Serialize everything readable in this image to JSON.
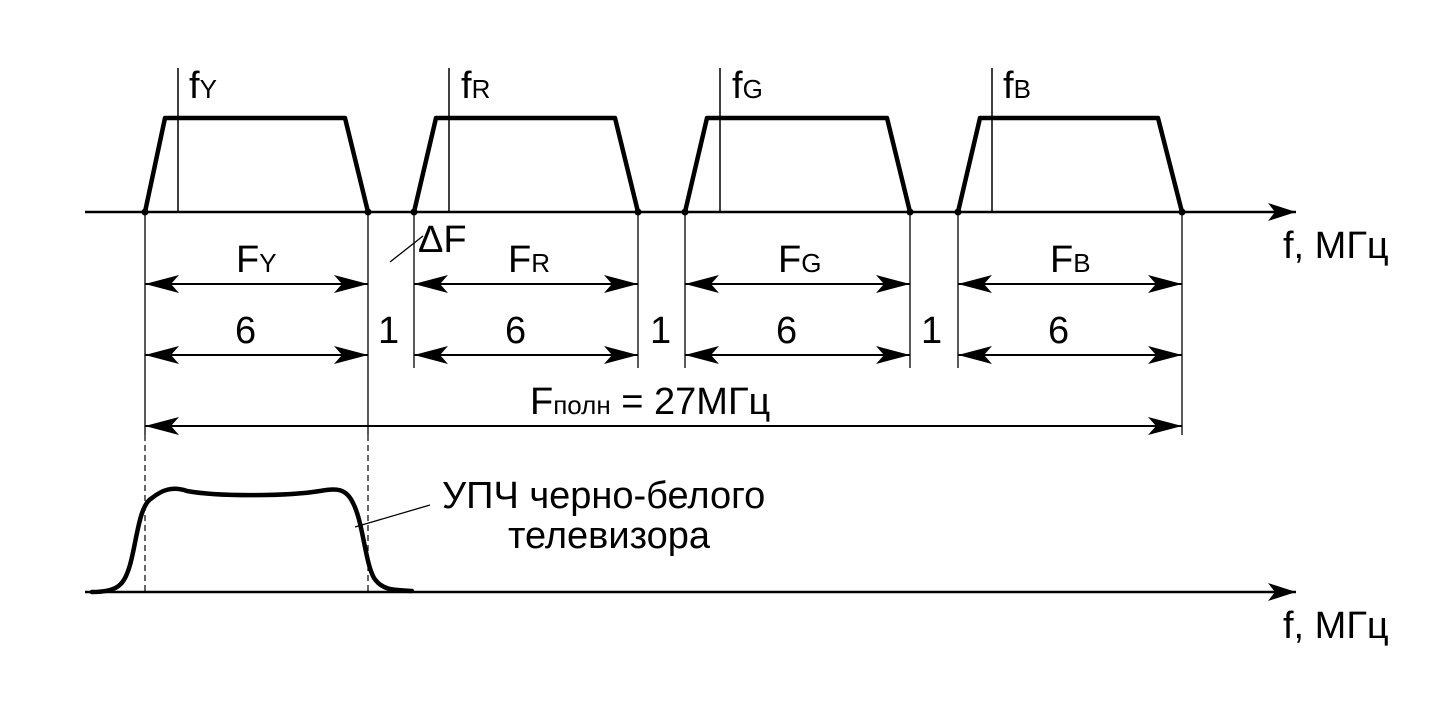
{
  "channels": [
    {
      "marker_main": "f",
      "marker_sub": "Y",
      "band_main": "F",
      "band_sub": "Y",
      "width_label": "6"
    },
    {
      "marker_main": "f",
      "marker_sub": "R",
      "band_main": "F",
      "band_sub": "R",
      "width_label": "6"
    },
    {
      "marker_main": "f",
      "marker_sub": "G",
      "band_main": "F",
      "band_sub": "G",
      "width_label": "6"
    },
    {
      "marker_main": "f",
      "marker_sub": "B",
      "band_main": "F",
      "band_sub": "B",
      "width_label": "6"
    }
  ],
  "gaps": [
    "1",
    "1",
    "1"
  ],
  "delta_label": "ΔF",
  "total": {
    "main": "F",
    "sub": "полн",
    "rest": " = 27МГц"
  },
  "axis_label_top": "f, МГц",
  "axis_label_bottom": "f, МГц",
  "ifa_label": {
    "line1": "УПЧ черно-белого",
    "line2": "телевизора"
  },
  "colors": {
    "ink": "#000000",
    "background": "#ffffff"
  }
}
